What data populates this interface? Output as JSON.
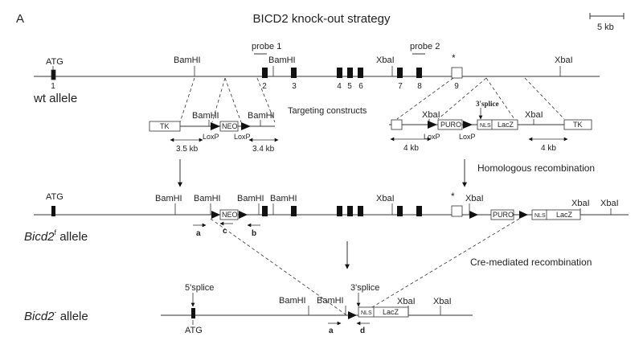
{
  "panel_label": "A",
  "title": "BICD2 knock-out strategy",
  "scale_bar": "5 kb",
  "wt": {
    "allele_label": "wt allele",
    "atg": "ATG",
    "bamhi_1": "BamHI",
    "bamhi_2": "BamHI",
    "xbai_1": "XbaI",
    "xbai_2": "XbaI",
    "probe1": "probe 1",
    "probe2": "probe 2",
    "star": "*",
    "exons": [
      "1",
      "2",
      "3",
      "4",
      "5",
      "6",
      "7",
      "8",
      "9"
    ]
  },
  "targeting": {
    "label": "Targeting constructs",
    "tk_left": "TK",
    "neo": "NEO",
    "bamhi_left": "BamHI",
    "bamhi_right": "BamHI",
    "loxp_1": "LoxP",
    "loxp_2": "LoxP",
    "size_left": "3.5 kb",
    "size_right": "3.4 kb",
    "xbai_left": "XbaI",
    "xbai_right": "XbaI",
    "splice3": "3'splice",
    "puro": "PURO",
    "nls": "NLS",
    "lacz": "LacZ",
    "tk_right": "TK",
    "loxp_3": "LoxP",
    "loxp_4": "LoxP",
    "size_4kb_left": "4 kb",
    "size_4kb_right": "4 kb"
  },
  "homologous": "Homologous recombination",
  "flox": {
    "allele_italic": "Bicd2",
    "allele_sup": "f",
    "allele_rest": " allele",
    "atg": "ATG",
    "bamhi_1": "BamHI",
    "bamhi_2": "BamHI",
    "bamhi_3": "BamHI",
    "bamhi_4": "BamHI",
    "xbai_1": "XbaI",
    "xbai_2": "XbaI",
    "xbai_3": "XbaI",
    "xbai_4": "XbaI",
    "neo": "NEO",
    "puro": "PURO",
    "nls": "NLS",
    "lacz": "LacZ",
    "star": "*",
    "primer_a": "a",
    "primer_b": "b",
    "primer_c": "c"
  },
  "cre": "Cre-mediated recombination",
  "ko": {
    "allele_italic": "Bicd2",
    "allele_sup": "-",
    "allele_rest": " allele",
    "splice5": "5'splice",
    "splice3": "3'splice",
    "atg": "ATG",
    "bamhi_1": "BamHI",
    "bamhi_2": "BamHI",
    "xbai_1": "XbaI",
    "xbai_2": "XbaI",
    "nls": "NLS",
    "lacz": "LacZ",
    "primer_a": "a",
    "primer_d": "d"
  }
}
